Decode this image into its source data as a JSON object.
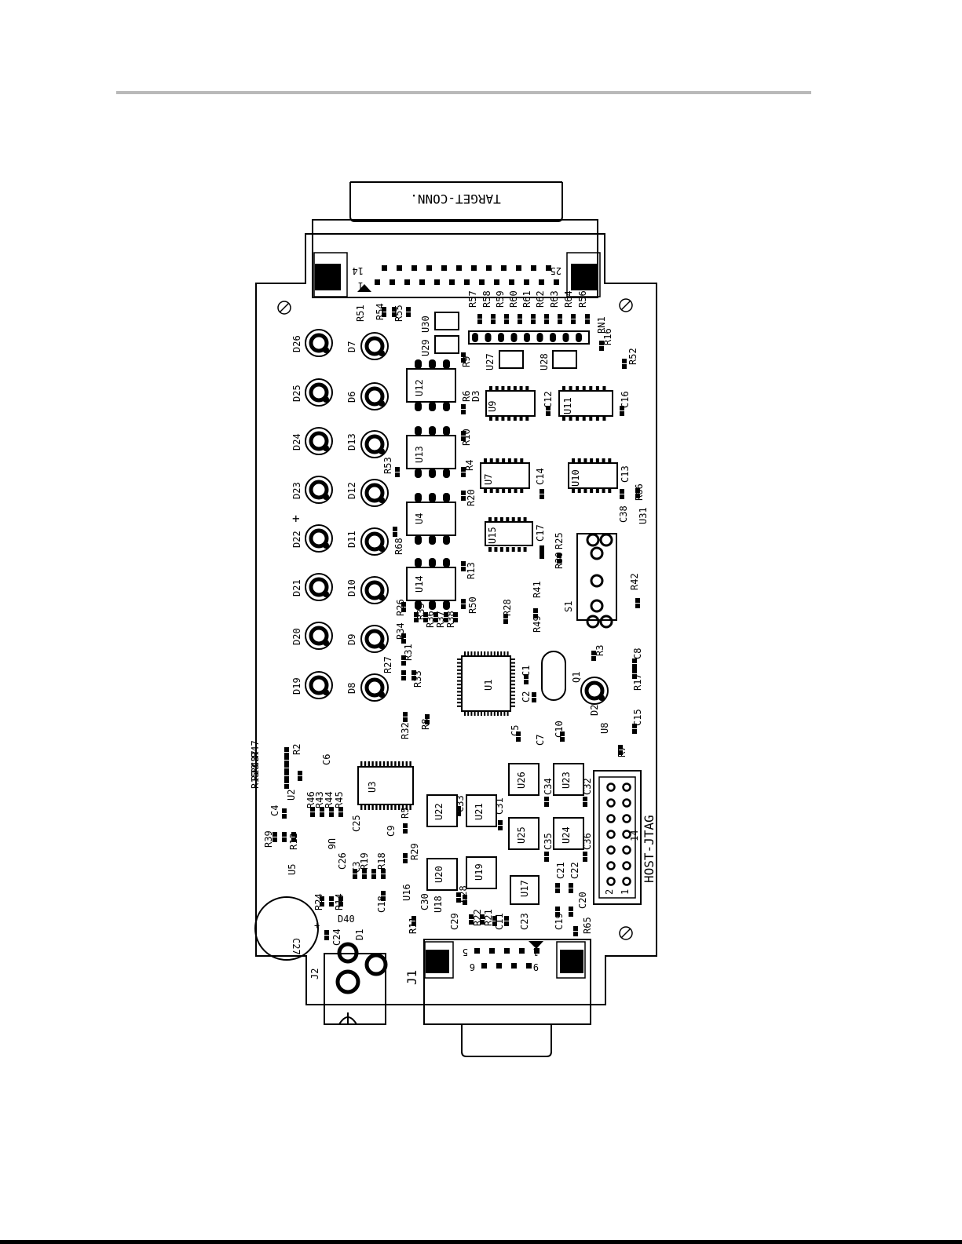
{
  "connectors": {
    "target": {
      "name": "TARGET-CONN.",
      "pin_first": "1",
      "pin_row2": "14",
      "pin_last": "25"
    },
    "host_jtag": {
      "name": "HOST-JTAG",
      "pin_1": "1",
      "pin_2": "2",
      "pin_14": "14"
    },
    "j1": {
      "name": "J1",
      "pin_1": "1",
      "pin_5": "5",
      "pin_6": "6",
      "pin_9": "9"
    },
    "j2": {
      "name": "J2"
    }
  },
  "chips": {
    "u1": "U1",
    "u3": "U3",
    "u2": "U2",
    "u5": "U5",
    "u6": "U6",
    "u4": "U4",
    "u7": "U7",
    "u8": "U8",
    "u9": "U9",
    "u10": "U10",
    "u11": "U11",
    "u12": "U12",
    "u13": "U13",
    "u14": "U14",
    "u15": "U15",
    "u16": "U16",
    "u17": "U17",
    "u18": "U18",
    "u19": "U19",
    "u20": "U20",
    "u21": "U21",
    "u22": "U22",
    "u23": "U23",
    "u24": "U24",
    "u25": "U25",
    "u26": "U26",
    "u27": "U27",
    "u28": "U28",
    "u29": "U29",
    "u30": "U30",
    "u31": "U31"
  },
  "misc": {
    "q1": "Q1",
    "s1": "S1",
    "rn1": "RN1",
    "d1": "D1",
    "d2": "D2",
    "d3": "D3",
    "c27": "C27",
    "d40": "D40",
    "plus": "+"
  },
  "leds_left": [
    "D26",
    "D25",
    "D24",
    "D23",
    "D22",
    "D21",
    "D20",
    "D19"
  ],
  "leds_right": [
    "D7",
    "D6",
    "D13",
    "D12",
    "D11",
    "D10",
    "D9",
    "D8"
  ],
  "small_labels": {
    "r51": "R51",
    "r54": "R54",
    "r55": "R55",
    "r57": "R57",
    "r58": "R58",
    "r59": "R59",
    "r60": "R60",
    "r61": "R61",
    "r62": "R62",
    "r63": "R63",
    "r64": "R64",
    "r56": "R56",
    "r16": "R16",
    "r52": "R52",
    "r9": "R9",
    "r6": "R6",
    "r10": "R10",
    "r4": "R4",
    "r53": "R53",
    "r20": "R20",
    "r68": "R68",
    "r13": "R13",
    "r50": "R50",
    "r26": "R26",
    "r35": "R35",
    "r36": "R36",
    "r37": "R37",
    "r38": "R38",
    "r34": "R34",
    "r31": "R31",
    "r27": "R27",
    "r33": "R33",
    "r28": "R28",
    "r41": "R41",
    "r49": "R49",
    "r25": "R25",
    "r30": "R30",
    "r42": "R42",
    "r66": "R66",
    "r3": "R3",
    "r17": "R17",
    "r7": "R7",
    "r32": "R32",
    "r8": "R8",
    "r2": "R2",
    "r46": "R46",
    "r43": "R43",
    "r44": "R44",
    "r45": "R45",
    "r47": "R47",
    "r48": "R48",
    "r23": "R23",
    "r15": "R15",
    "r39": "R39",
    "r12": "R12",
    "r19": "R19",
    "r18": "R18",
    "r24": "R24",
    "r14": "R14",
    "r5": "R5",
    "r29": "R29",
    "r11": "R11",
    "r22": "R22",
    "r21": "R21",
    "r1": "R1",
    "r65": "R65",
    "c12": "C12",
    "c16": "C16",
    "c14": "C14",
    "c13": "C13",
    "c17": "C17",
    "c38": "C38",
    "c8": "C8",
    "c15": "C15",
    "c1": "C1",
    "c2": "C2",
    "c5": "C5",
    "c7": "C7",
    "c10": "C10",
    "c6": "C6",
    "c37": "C37",
    "c4": "C4",
    "c25": "C25",
    "c9": "C9",
    "c3": "C3",
    "c26": "C26",
    "c33": "C33",
    "c31": "C31",
    "c34": "C34",
    "c32": "C32",
    "c35": "C35",
    "c36": "C36",
    "c21": "C21",
    "c22": "C22",
    "c20": "C20",
    "c19": "C19",
    "c28": "C28",
    "c30": "C30",
    "c29": "C29",
    "c11": "C11",
    "c23": "C23",
    "c18": "C18",
    "c24": "C24"
  }
}
